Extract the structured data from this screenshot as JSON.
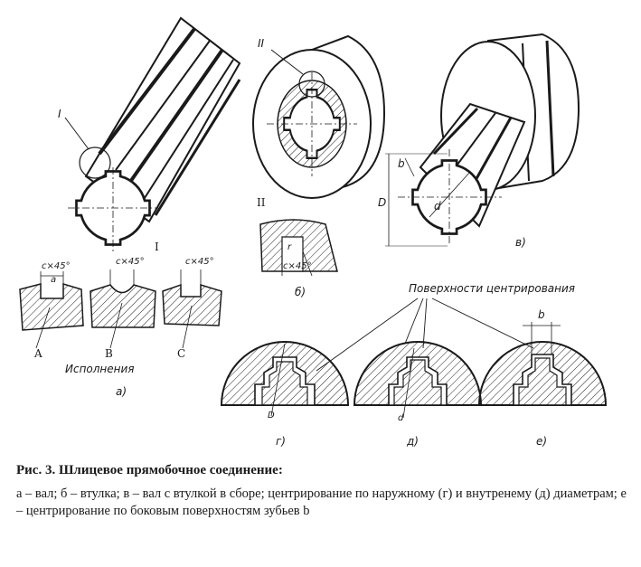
{
  "figure": {
    "callouts": {
      "detail_one": "I",
      "detail_two": "II",
      "dim_D_big": "D",
      "dim_d_big": "d",
      "dim_b_big": "b",
      "detail_one_header": "I",
      "detail_two_header": "II"
    },
    "chamfers": {
      "c_a": "c×45°",
      "c_b": "c×45°",
      "c_c": "c×45°",
      "c_detail_two": "c×45°"
    },
    "small_labels": {
      "a_dim": "a",
      "r_detail_two": "r"
    },
    "variants": {
      "variant_a": "A",
      "variant_b": "B",
      "variant_c": "C",
      "variants_caption": "Исполнения"
    },
    "panel_labels": {
      "a": "а)",
      "b": "б)",
      "v": "в)",
      "g": "г)",
      "d": "д)",
      "e": "е)"
    },
    "centering_label": "Поверхности центрирования",
    "section_dims": {
      "g_D": "D",
      "d_d": "d",
      "e_b": "b"
    }
  },
  "caption": {
    "title": "Рис. 3. Шлицевое прямобочное соединение:",
    "body": "а – вал; б – втулка; в – вал с втулкой в сборе; центрирование по наружному (г) и внутренему (д) диаметрам; е – центрирование по боковым поверхностям зубьев b"
  }
}
